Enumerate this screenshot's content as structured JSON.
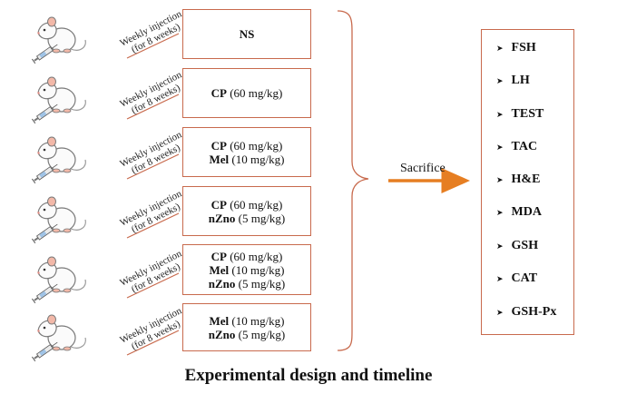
{
  "injection_label": [
    "Weekly injection",
    "(for 8 weeks)"
  ],
  "groups": [
    {
      "lines": [
        {
          "bold": "NS",
          "rest": ""
        }
      ]
    },
    {
      "lines": [
        {
          "bold": "CP",
          "rest": " (60 mg/kg)"
        }
      ]
    },
    {
      "lines": [
        {
          "bold": "CP",
          "rest": " (60 mg/kg)"
        },
        {
          "bold": "Mel",
          "rest": " (10 mg/kg)"
        }
      ]
    },
    {
      "lines": [
        {
          "bold": "CP",
          "rest": " (60 mg/kg)"
        },
        {
          "bold": "nZno",
          "rest": " (5 mg/kg)"
        }
      ]
    },
    {
      "lines": [
        {
          "bold": "CP",
          "rest": " (60 mg/kg)"
        },
        {
          "bold": "Mel",
          "rest": " (10 mg/kg)"
        },
        {
          "bold": "nZno",
          "rest": " (5 mg/kg)"
        }
      ]
    },
    {
      "lines": [
        {
          "bold": "Mel",
          "rest": " (10 mg/kg)"
        },
        {
          "bold": "nZno",
          "rest": " (5 mg/kg)"
        }
      ]
    }
  ],
  "sacrifice_label": "Sacrifice",
  "outcomes": [
    "FSH",
    "LH",
    "TEST",
    "TAC",
    "H&E",
    "MDA",
    "GSH",
    "CAT",
    "GSH-Px"
  ],
  "title": "Experimental design and timeline",
  "colors": {
    "box_border": "#c86a4d",
    "arrow": "#e67e22",
    "rat_outline": "#7a7a7a",
    "rat_pink": "#f2b8a8"
  },
  "icons": [
    "rat-with-syringe-icon",
    "bracket-icon",
    "arrow-right-icon",
    "triangle-bullet-icon"
  ]
}
